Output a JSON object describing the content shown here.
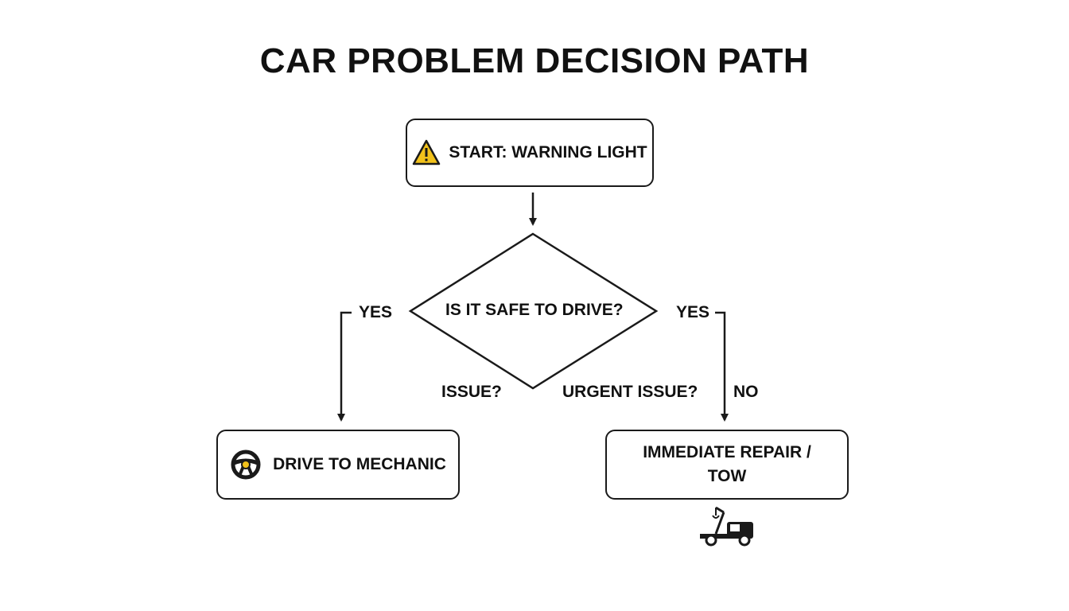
{
  "title": "CAR PROBLEM DECISION PATH",
  "nodes": {
    "start": {
      "label": "START: WARNING LIGHT",
      "icon": "warning-icon",
      "icon_color": "#f2c21b"
    },
    "decision": {
      "label": "IS IT SAFE TO DRIVE?"
    },
    "drive": {
      "label": "DRIVE TO MECHANIC",
      "icon": "steering-wheel-icon",
      "icon_accent": "#f2c21b"
    },
    "repair": {
      "label_line1": "IMMEDIATE REPAIR /",
      "label_line2": "TOW",
      "icon": "tow-truck-icon"
    }
  },
  "edge_labels": {
    "yes_left": "YES",
    "yes_right": "YES",
    "issue_left": "ISSUE?",
    "urgent_issue": "URGENT ISSUE?",
    "no_right": "NO"
  },
  "colors": {
    "stroke": "#1a1a1a",
    "accent": "#f2c21b"
  }
}
